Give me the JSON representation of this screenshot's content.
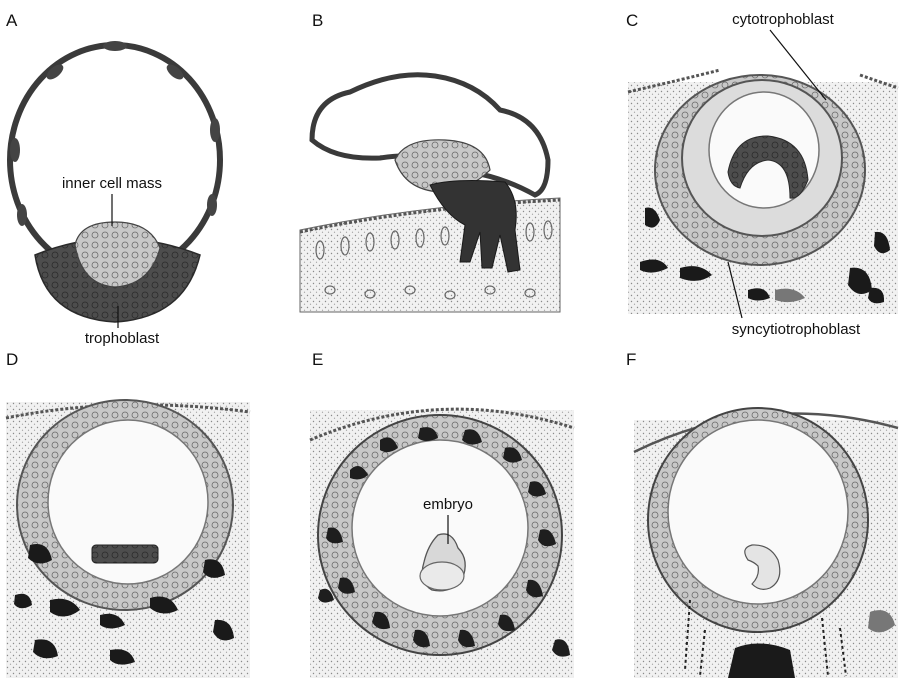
{
  "panels": [
    {
      "id": "A",
      "label": "A"
    },
    {
      "id": "B",
      "label": "B"
    },
    {
      "id": "C",
      "label": "C"
    },
    {
      "id": "D",
      "label": "D"
    },
    {
      "id": "E",
      "label": "E"
    },
    {
      "id": "F",
      "label": "F"
    }
  ],
  "labels": {
    "inner_cell_mass": "inner cell mass",
    "trophoblast": "trophoblast",
    "cytotrophoblast": "cytotrophoblast",
    "syncytiotrophoblast": "syncytiotrophoblast",
    "embryo": "embryo"
  },
  "colors": {
    "tissue_light": "#ececec",
    "tissue_mid": "#b4b4b4",
    "tissue_dark": "#4a4a4a",
    "blood_lacunae": "#1a1a1a",
    "outline": "#333333"
  }
}
